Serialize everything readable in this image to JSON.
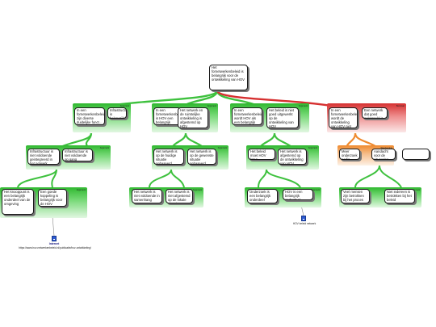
{
  "colors": {
    "green": "#2fb82f",
    "red": "#d63030",
    "orange": "#ef8a2e",
    "attachment": "#2d5ad1"
  },
  "root": {
    "text": "Het fornetwerkenbeleid is belangrijk voor de ontwikkeling van HOV"
  },
  "tags": {
    "green": "Argument",
    "red": "Bezwaar",
    "orange": "Weerlegging"
  },
  "nodes": {
    "a1": "In een fornetwerkenbeleid zijn diverse duidelijke funct...",
    "a1b": "Infrastructuur is belangrijk om te bereiken",
    "a2": "In een fornetwerkenbeleid is HOV een belangrijk onderdeel",
    "a2b": "Het netwerk en de ruimtelijke ontwikkeling is afgestemd op HOV",
    "a3": "In een fornetwerkenbeleid wordt HOV als een belangrijk onderdeel gezien",
    "a3b": "Het beleid is niet goed uitgewerkt op de ontwikkeling van HOV",
    "a4": "In een fornetwerkenbeleid wordt de ontwikkeling van HOV niet",
    "a4b": "Een netwerk dat goed gekoppeld is met de ontwikkeling van HOV",
    "b1": "Infrastructuur is niet voldoende geintegreerd in het netwerk",
    "b2": "Infrastructuur is niet voldoende op gang gekomen",
    "b3": "Het netwerk is op de huidige situatie gebaseerd",
    "b4": "Het netwerk is op de gewenste situatie gebaseerd",
    "b5": "Het beleid moet HOV laten ontwikkelen",
    "b6": "Het netwerk is afgestemd op de ontwikkeling van HOV",
    "b7": "Meer onderzoek nodig",
    "b8": "Aandacht voor de uitvoering",
    "c1": "Het knooppunt is een belangrijk onderdeel van de omgeving",
    "c2": "Een goede koppeling is belangrijk voor de HOV",
    "c3": "Het netwerk is niet voldoende in samenhang",
    "c4": "Het netwerk is niet afgestemd op de lokale situatie",
    "c5": "Onderzoek is een belangrijk onderdeel",
    "c6": "HOV is een belangrijk onderdeel",
    "c7": "Veel mensen zijn betrokken bij het proces",
    "c8": "Niet iedereen is betrokken bij het beleid"
  },
  "attachments": {
    "left": {
      "title": "Internet",
      "caption": "https://www.hov-netwerkenbeleid.nl/publicatie/hov-ontwikkeling/"
    },
    "right": {
      "caption": "HOV beleid netwerk"
    }
  }
}
